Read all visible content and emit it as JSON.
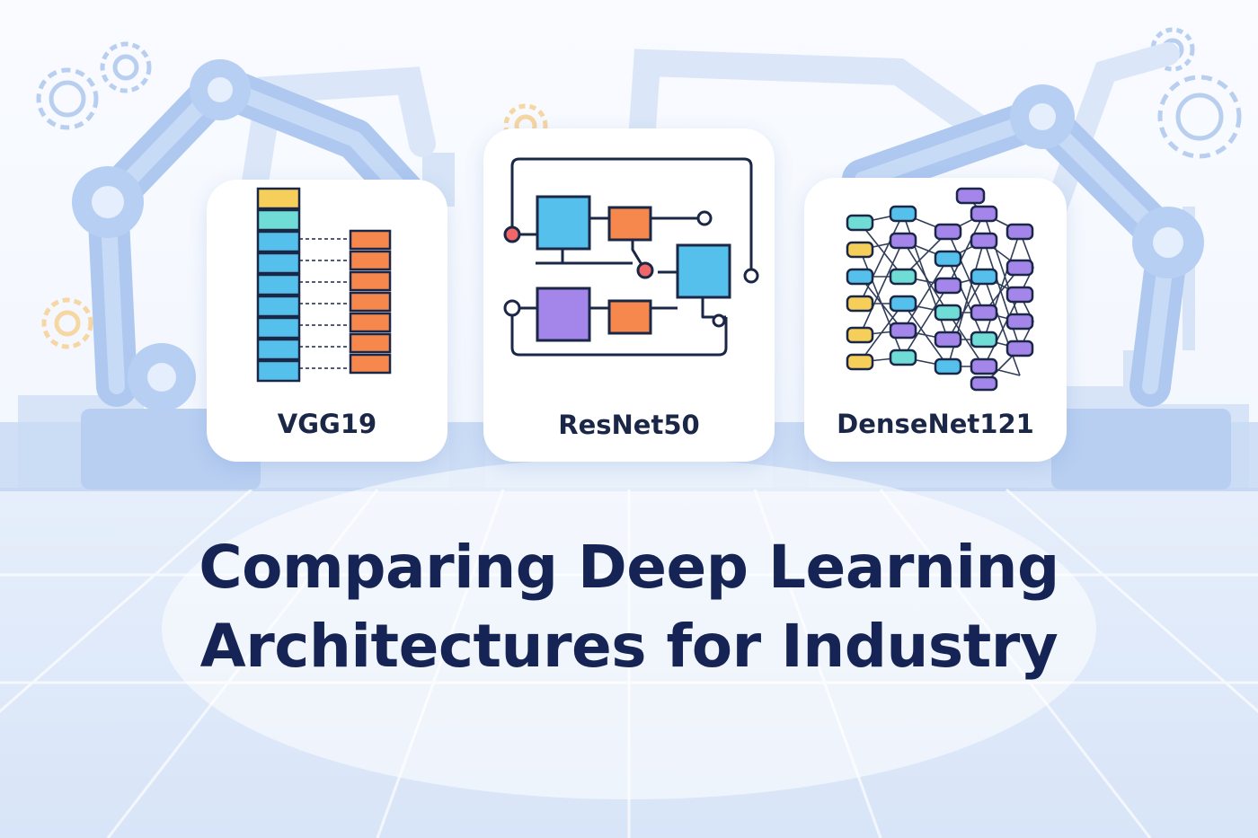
{
  "title": {
    "line1": "Comparing Deep Learning",
    "line2": "Architectures for Industry"
  },
  "cards": [
    {
      "label": "VGG19",
      "icon": "stacked-layers-icon"
    },
    {
      "label": "ResNet50",
      "icon": "residual-blocks-icon"
    },
    {
      "label": "DenseNet121",
      "icon": "dense-connections-icon"
    }
  ],
  "colors": {
    "title": "#152454",
    "label": "#1a2747",
    "background": "#f2f6fd",
    "robot_arm": "#aec8f0",
    "gear_blue": "#b9cfef",
    "gear_orange": "#f6d6a2",
    "layer_blue": "#56c0ec",
    "layer_teal": "#6fdcd6",
    "layer_yellow": "#f6cf5a",
    "layer_orange": "#f7884d",
    "layer_purple": "#a486ea",
    "outline": "#1a2747",
    "node_red": "#f0676a"
  }
}
